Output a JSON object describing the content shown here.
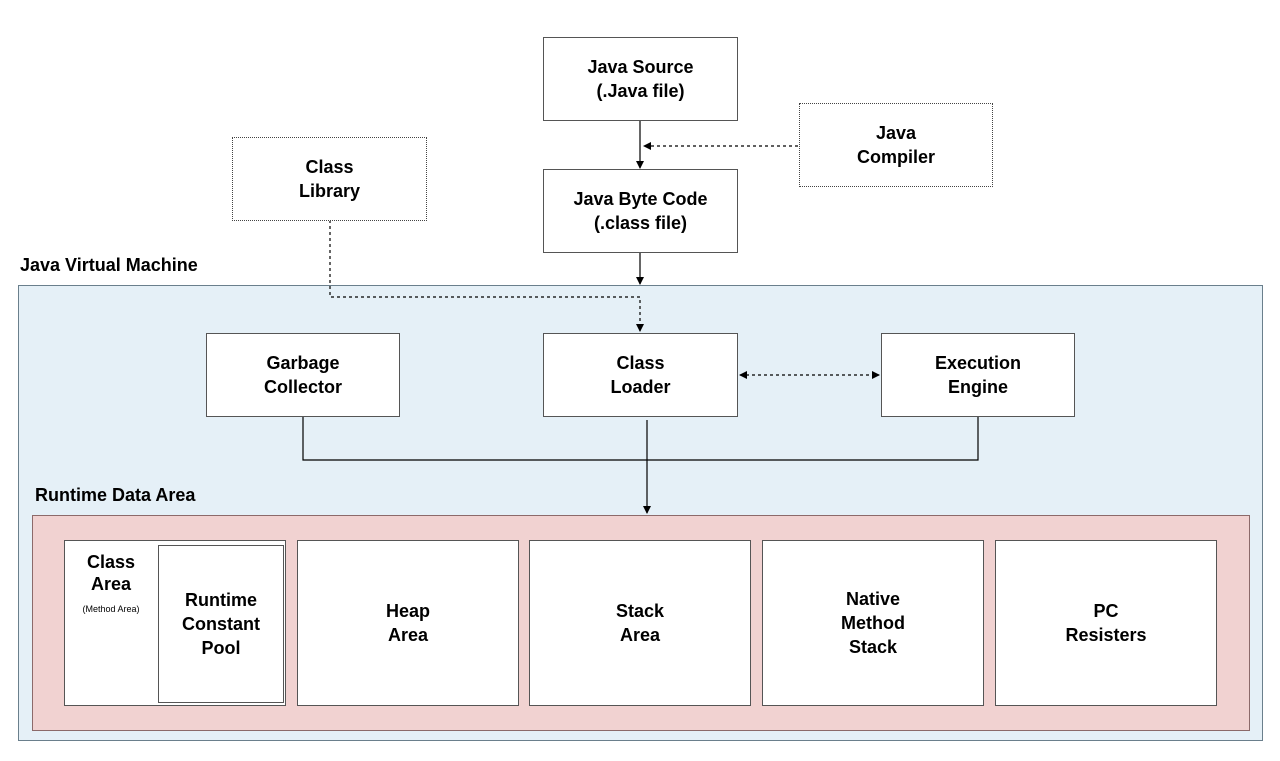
{
  "diagram": {
    "nodes": {
      "java_source": "Java Source\n(.Java file)",
      "java_compiler": "Java\nCompiler",
      "class_library": "Class\nLibrary",
      "byte_code": "Java Byte Code\n(.class file)",
      "garbage_collector": "Garbage\nCollector",
      "class_loader": "Class\nLoader",
      "execution_engine": "Execution\nEngine"
    },
    "jvm_label": "Java Virtual Machine",
    "runtime_label": "Runtime Data Area",
    "runtime_areas": {
      "class_area_title": "Class\nArea",
      "class_area_sub": "(Method Area)",
      "runtime_constant_pool": "Runtime\nConstant\nPool",
      "heap_area": "Heap\nArea",
      "stack_area": "Stack\nArea",
      "native_method_stack": "Native\nMethod\nStack",
      "pc_registers": "PC\nResisters"
    },
    "colors": {
      "jvm_fill": "#e5f0f7",
      "runtime_fill": "#f1d2d1",
      "border": "#555555"
    }
  }
}
